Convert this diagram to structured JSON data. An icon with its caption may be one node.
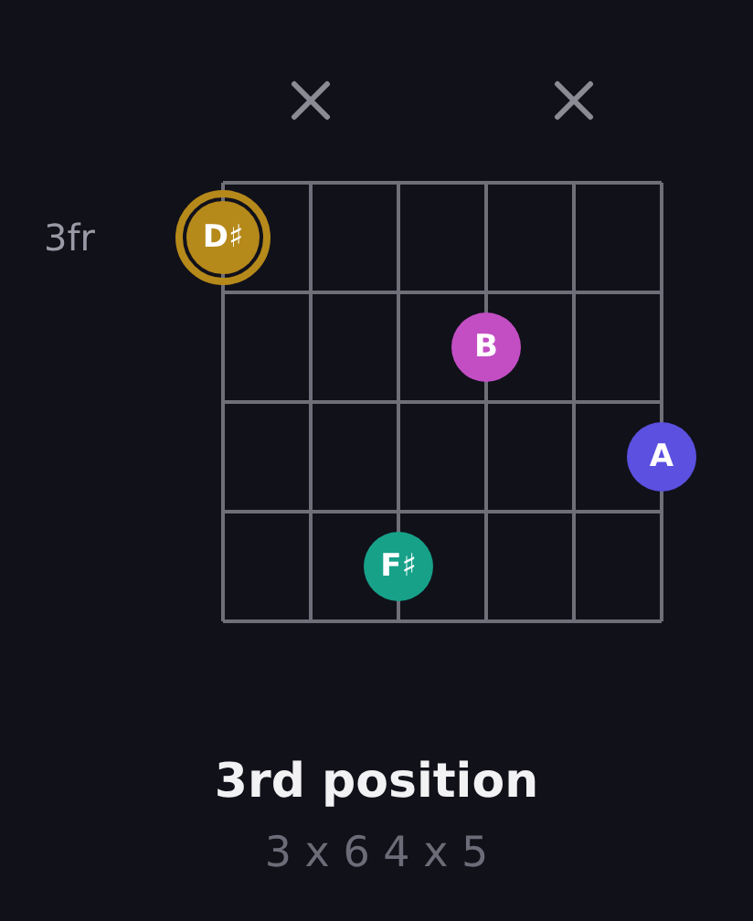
{
  "diagram": {
    "title": "3rd position",
    "nodes": [
      {
        "text": [
          "D♯"
        ]
      },
      {
        "text": [
          "B"
        ]
      },
      {
        "text": [
          "A"
        ]
      },
      {
        "text": [
          "F♯"
        ]
      }
    ],
    "labels": [
      "3fr",
      "3 x 6 4 x 5"
    ]
  }
}
